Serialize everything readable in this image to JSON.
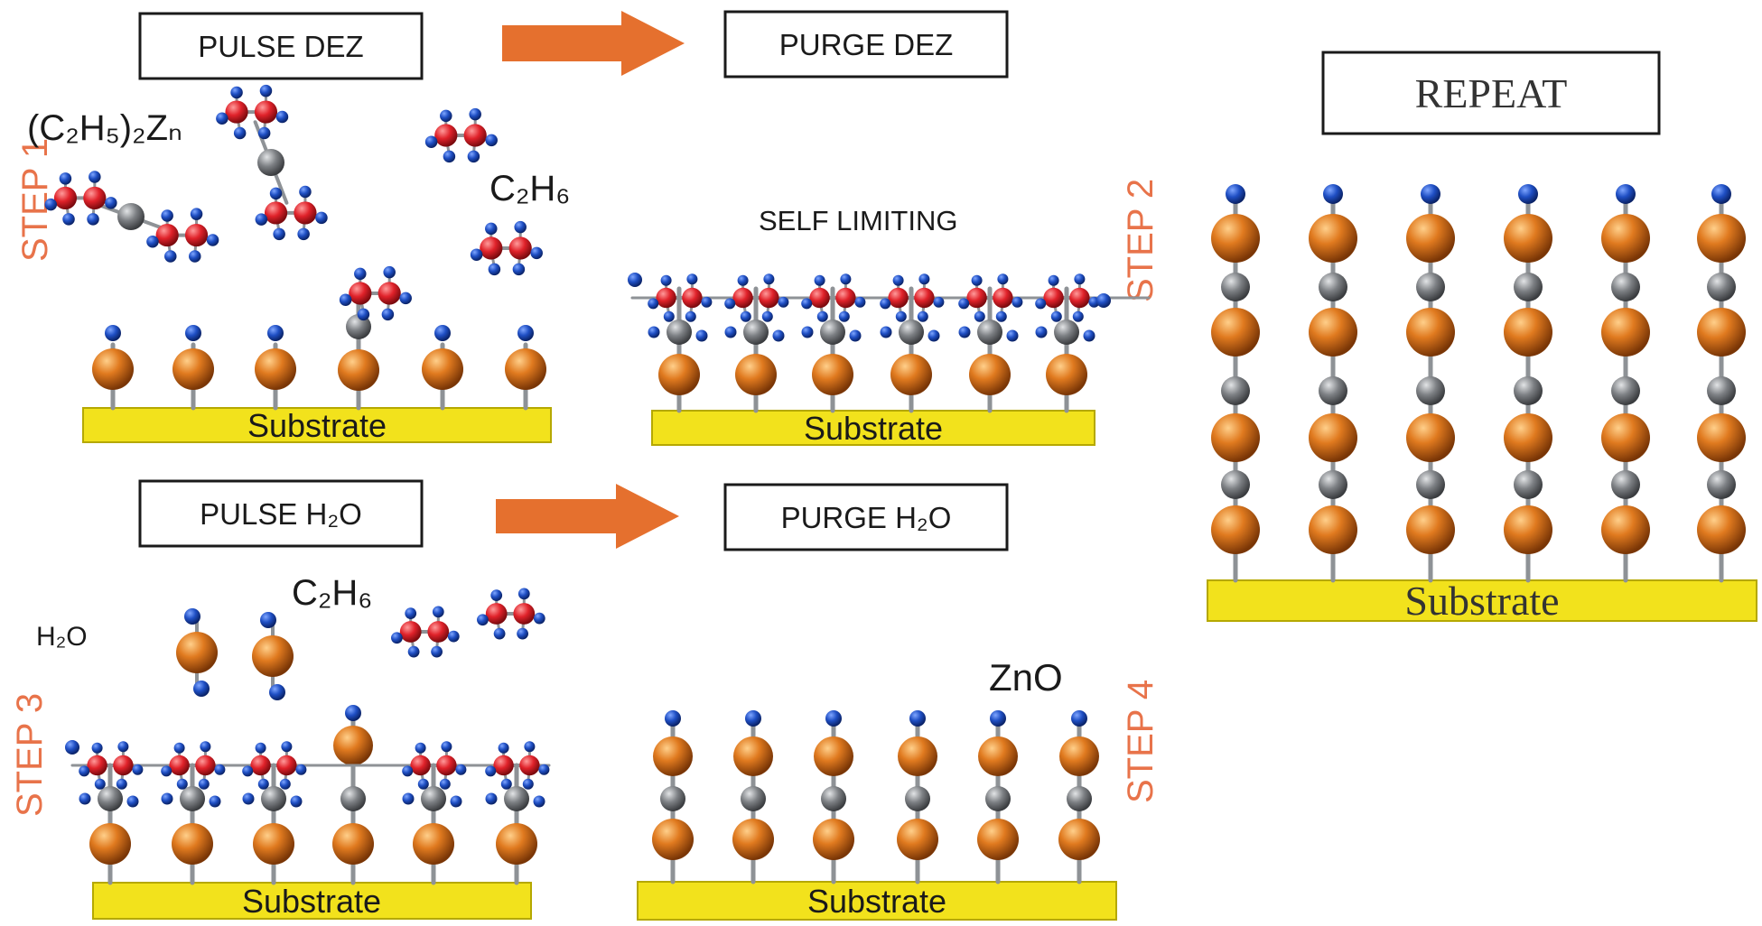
{
  "colors": {
    "arrow": "#e5702e",
    "step_label": "#e8734a",
    "substrate": "#f2e21c",
    "oxygen_atom": "#e07a1f",
    "zinc_atom": "#7d8084",
    "hydrogen_atom": "#1f4fc4",
    "carbon_atom": "#e0222a"
  },
  "icons": {
    "arrow": "right-arrow-icon",
    "orange_sphere": "oxygen-atom",
    "grey_sphere": "zinc-atom",
    "blue_sphere": "hydrogen-atom",
    "red_sphere": "carbon-atom"
  },
  "boxes": {
    "pulse_dez": "PULSE DEZ",
    "purge_dez": "PURGE DEZ",
    "pulse_h2o": "PULSE H₂O",
    "purge_h2o": "PURGE H₂O",
    "repeat": "REPEAT"
  },
  "steps": {
    "step1": "STEP 1",
    "step2": "STEP 2",
    "step3": "STEP 3",
    "step4": "STEP 4"
  },
  "labels": {
    "dez_formula": "(C₂H₅)₂Zₙ",
    "c2h6_top": "C₂H₆",
    "self_limiting": "SELF LIMITING",
    "c2h6_bottom": "C₂H₆",
    "h2o": "H₂O",
    "zno": "ZnO"
  },
  "substrate_label": "Substrate"
}
